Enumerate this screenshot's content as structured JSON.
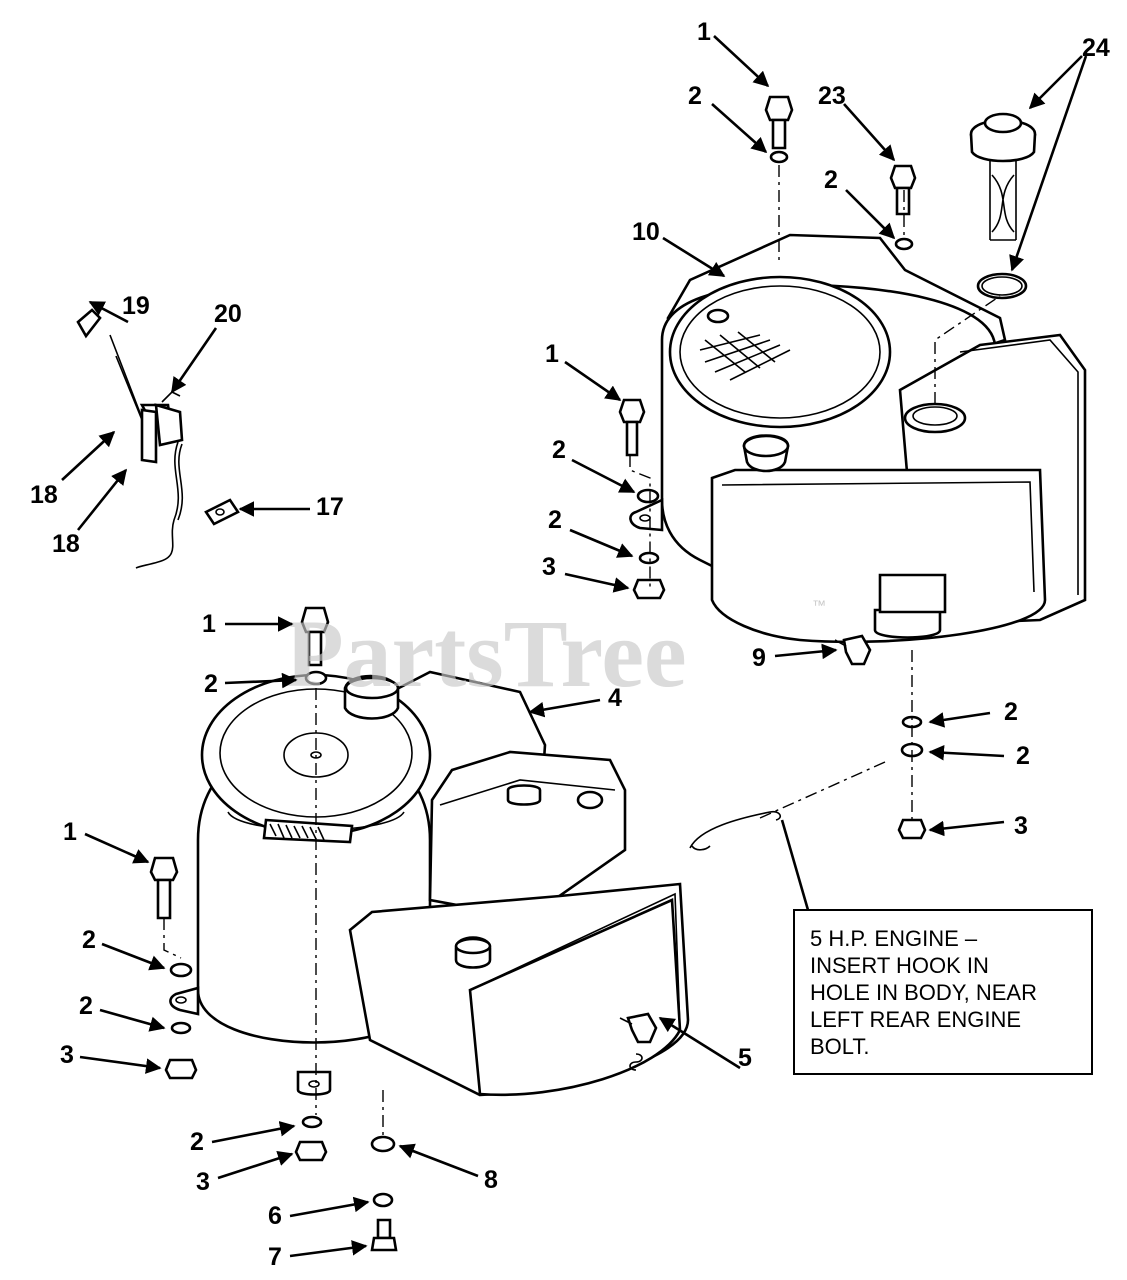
{
  "watermark": {
    "text": "PartsTree",
    "trademark": "™"
  },
  "note": {
    "lines": [
      "5 H.P. ENGINE –",
      "INSERT HOOK IN",
      "HOLE IN BODY, NEAR",
      "LEFT REAR ENGINE",
      "BOLT."
    ]
  },
  "callouts": [
    "1",
    "2",
    "23",
    "24",
    "2",
    "10",
    "19",
    "20",
    "1",
    "2",
    "18",
    "18",
    "17",
    "2",
    "3",
    "1",
    "2",
    "4",
    "9",
    "2",
    "2",
    "3",
    "1",
    "2",
    "2",
    "3",
    "5",
    "2",
    "8",
    "3",
    "6",
    "7"
  ],
  "colors": {
    "ink": "#000000",
    "paper": "#ffffff",
    "watermark": "#c8c8c8"
  }
}
